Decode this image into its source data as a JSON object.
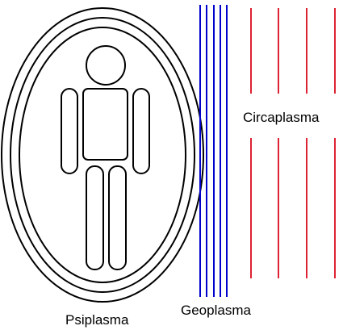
{
  "labels": {
    "psiplasma": "Psiplasma",
    "geoplasma": "Geoplasma",
    "circaplasma": "Circaplasma"
  },
  "colors": {
    "outline": "#000000",
    "geoplasma_lines": "#0000cc",
    "circaplasma_lines": "#dd2233",
    "background": "#ffffff"
  }
}
